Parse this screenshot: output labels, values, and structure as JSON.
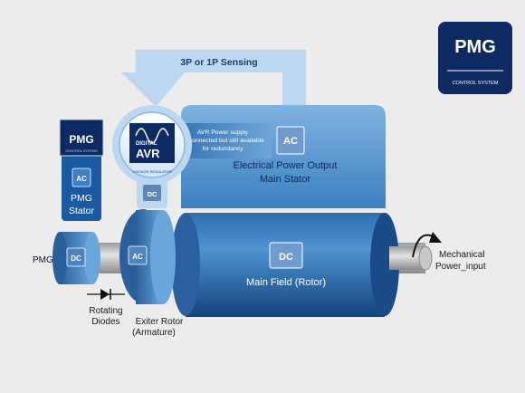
{
  "sensing_label": "3P or 1P Sensing",
  "logo": {
    "brand": "PMG",
    "caption": "CONTROL SYSTEM"
  },
  "pmg_panel": {
    "brand": "PMG",
    "caption": "CONTROL SYSTEM",
    "badge": "AC",
    "stator_line1": "PMG",
    "stator_line2": "Stator"
  },
  "avr": {
    "line1": "DIGITAL",
    "line2": "AVR",
    "caption": "VOLTAGE REGULATOR",
    "dc_badge": "DC"
  },
  "avr_note": {
    "line1": "AVR Power supply",
    "line2": "disconnected but still available",
    "line3": "for redundancy",
    "badge": "AC"
  },
  "main_stator": {
    "line1": "Electrical Power Output",
    "line2": "Main Stator"
  },
  "rotor": {
    "dc_badge": "DC",
    "label": "Main Field (Rotor)"
  },
  "exciter": {
    "ac_badge": "AC",
    "label_line1": "Exiter Rotor",
    "label_line2": "(Armature)"
  },
  "pmg_rotor": {
    "dc_badge": "DC",
    "label": "PMG"
  },
  "diodes": {
    "line1": "Rotating",
    "line2": "Diodes"
  },
  "mechanical": {
    "line1": "Mechanical",
    "line2": "Power_input"
  },
  "colors": {
    "navy": "#0d2a63",
    "blue": "#2f6fb0",
    "light_blue": "#8ab8e0",
    "pale_blue": "#bcd7ef",
    "background": "#ececec"
  }
}
